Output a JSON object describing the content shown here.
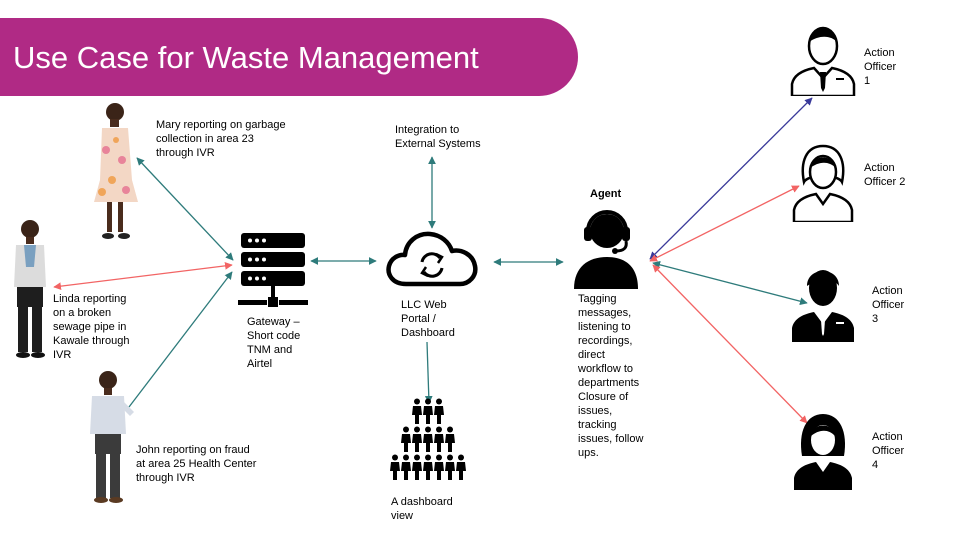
{
  "title": "Use Case for Waste Management",
  "labels": {
    "mary": "Mary reporting on garbage\ncollection in area 23\nthrough IVR",
    "linda": "Linda reporting\non a broken\nsewage pipe in\nKawale through\nIVR",
    "john": "John reporting on fraud\nat area 25 Health Center\nthrough IVR",
    "gateway": "Gateway –\nShort code\nTNM and\nAirtel",
    "integration": "Integration to\nExternal Systems",
    "portal": "LLC Web\nPortal /\nDashboard",
    "dashboard_view": "A dashboard\nview",
    "agent_title": "Agent",
    "agent_tasks": "Tagging\nmessages,\nlistening to\nrecordings,\ndirect\nworkflow to\ndepartments\nClosure of\nissues,\ntracking\nissues, follow\nups.",
    "officer1": "Action\nOfficer\n1",
    "officer2": "Action\nOfficer 2",
    "officer3": "Action\nOfficer\n3",
    "officer4": "Action\nOfficer\n4"
  },
  "colors": {
    "banner": "#b02a85",
    "teal_arrow": "#2e7b7b",
    "red_arrow": "#f26464",
    "navy_arrow": "#3a3a9a"
  },
  "icons": {
    "gateway": "server-icon",
    "portal": "cloud-sync-icon",
    "agent": "headset-agent-icon",
    "dashboard": "people-group-icon",
    "officers": "person-icon"
  }
}
